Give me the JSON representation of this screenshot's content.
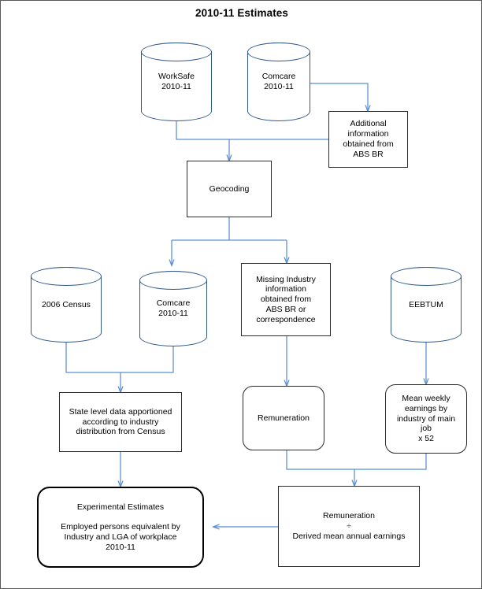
{
  "page": {
    "title": "2010-11 Estimates",
    "border_color": "#595959",
    "background": "#ffffff"
  },
  "colors": {
    "cylinder_outline": "#31588A",
    "box_outline": "#2b2b2b",
    "connector": "#5B8FD0",
    "emphasis_outline": "#000000",
    "text": "#000000"
  },
  "diagram_data": {
    "type": "flowchart",
    "title": "2010-11 Estimates",
    "nodes": [
      {
        "id": "worksafe",
        "shape": "cylinder",
        "label": "WorkSafe\n2010-11"
      },
      {
        "id": "comcare_top",
        "shape": "cylinder",
        "label": "Comcare\n2010-11"
      },
      {
        "id": "additional",
        "shape": "rectangle",
        "label": "Additional\ninformation\nobtained from\nABS BR"
      },
      {
        "id": "geocoding",
        "shape": "rectangle",
        "label": "Geocoding"
      },
      {
        "id": "census",
        "shape": "cylinder",
        "label": "2006 Census"
      },
      {
        "id": "comcare_mid",
        "shape": "cylinder",
        "label": "Comcare\n2010-11"
      },
      {
        "id": "missing",
        "shape": "rectangle",
        "label": "Missing Industry\ninformation\nobtained from\nABS BR or\ncorrespondence"
      },
      {
        "id": "eebtum",
        "shape": "cylinder",
        "label": "EEBTUM"
      },
      {
        "id": "statelevel",
        "shape": "rectangle",
        "label": "State level data apportioned\naccording to industry\ndistribution from Census"
      },
      {
        "id": "remuneration1",
        "shape": "rounded",
        "label": "Remuneration"
      },
      {
        "id": "meanweekly",
        "shape": "rounded",
        "label": "Mean weekly\nearnings by\nindustry of main\njob\nx 52"
      },
      {
        "id": "experimental",
        "shape": "rounded-thick",
        "label": "Experimental Estimates\n\nEmployed persons equivalent by\nIndustry and LGA of workplace\n2010-11"
      },
      {
        "id": "remuneration2",
        "shape": "rectangle",
        "label": "Remuneration\n÷\nDerived mean annual earnings"
      }
    ],
    "edges": [
      {
        "from": "comcare_top",
        "to": "additional"
      },
      {
        "from": "worksafe",
        "to": "geocoding"
      },
      {
        "from": "additional",
        "to": "geocoding"
      },
      {
        "from": "geocoding",
        "to": "comcare_mid"
      },
      {
        "from": "geocoding",
        "to": "missing"
      },
      {
        "from": "census",
        "to": "statelevel"
      },
      {
        "from": "comcare_mid",
        "to": "statelevel"
      },
      {
        "from": "missing",
        "to": "remuneration1"
      },
      {
        "from": "eebtum",
        "to": "meanweekly"
      },
      {
        "from": "statelevel",
        "to": "experimental"
      },
      {
        "from": "remuneration1",
        "to": "remuneration2"
      },
      {
        "from": "meanweekly",
        "to": "remuneration2"
      },
      {
        "from": "remuneration2",
        "to": "experimental"
      }
    ]
  },
  "nodes": {
    "worksafe": {
      "label": "WorkSafe\n2010-11"
    },
    "comcare_top": {
      "label": "Comcare\n2010-11"
    },
    "additional": {
      "label": "Additional\ninformation\nobtained from\nABS BR"
    },
    "geocoding": {
      "label": "Geocoding"
    },
    "census": {
      "label": "2006 Census"
    },
    "comcare_mid": {
      "label": "Comcare\n2010-11"
    },
    "missing": {
      "label": "Missing Industry\ninformation\nobtained from\nABS BR or\ncorrespondence"
    },
    "eebtum": {
      "label": "EEBTUM"
    },
    "statelevel": {
      "label": "State level data apportioned\naccording to industry\ndistribution from Census"
    },
    "remuneration1": {
      "label": "Remuneration"
    },
    "meanweekly": {
      "label": "Mean weekly\nearnings by\nindustry of main\njob\nx 52"
    },
    "experimental": {
      "label": "Experimental Estimates\n\nEmployed persons equivalent by\nIndustry and LGA of workplace\n2010-11"
    },
    "remuneration2": {
      "label": "Remuneration\n÷\nDerived mean annual earnings"
    }
  }
}
